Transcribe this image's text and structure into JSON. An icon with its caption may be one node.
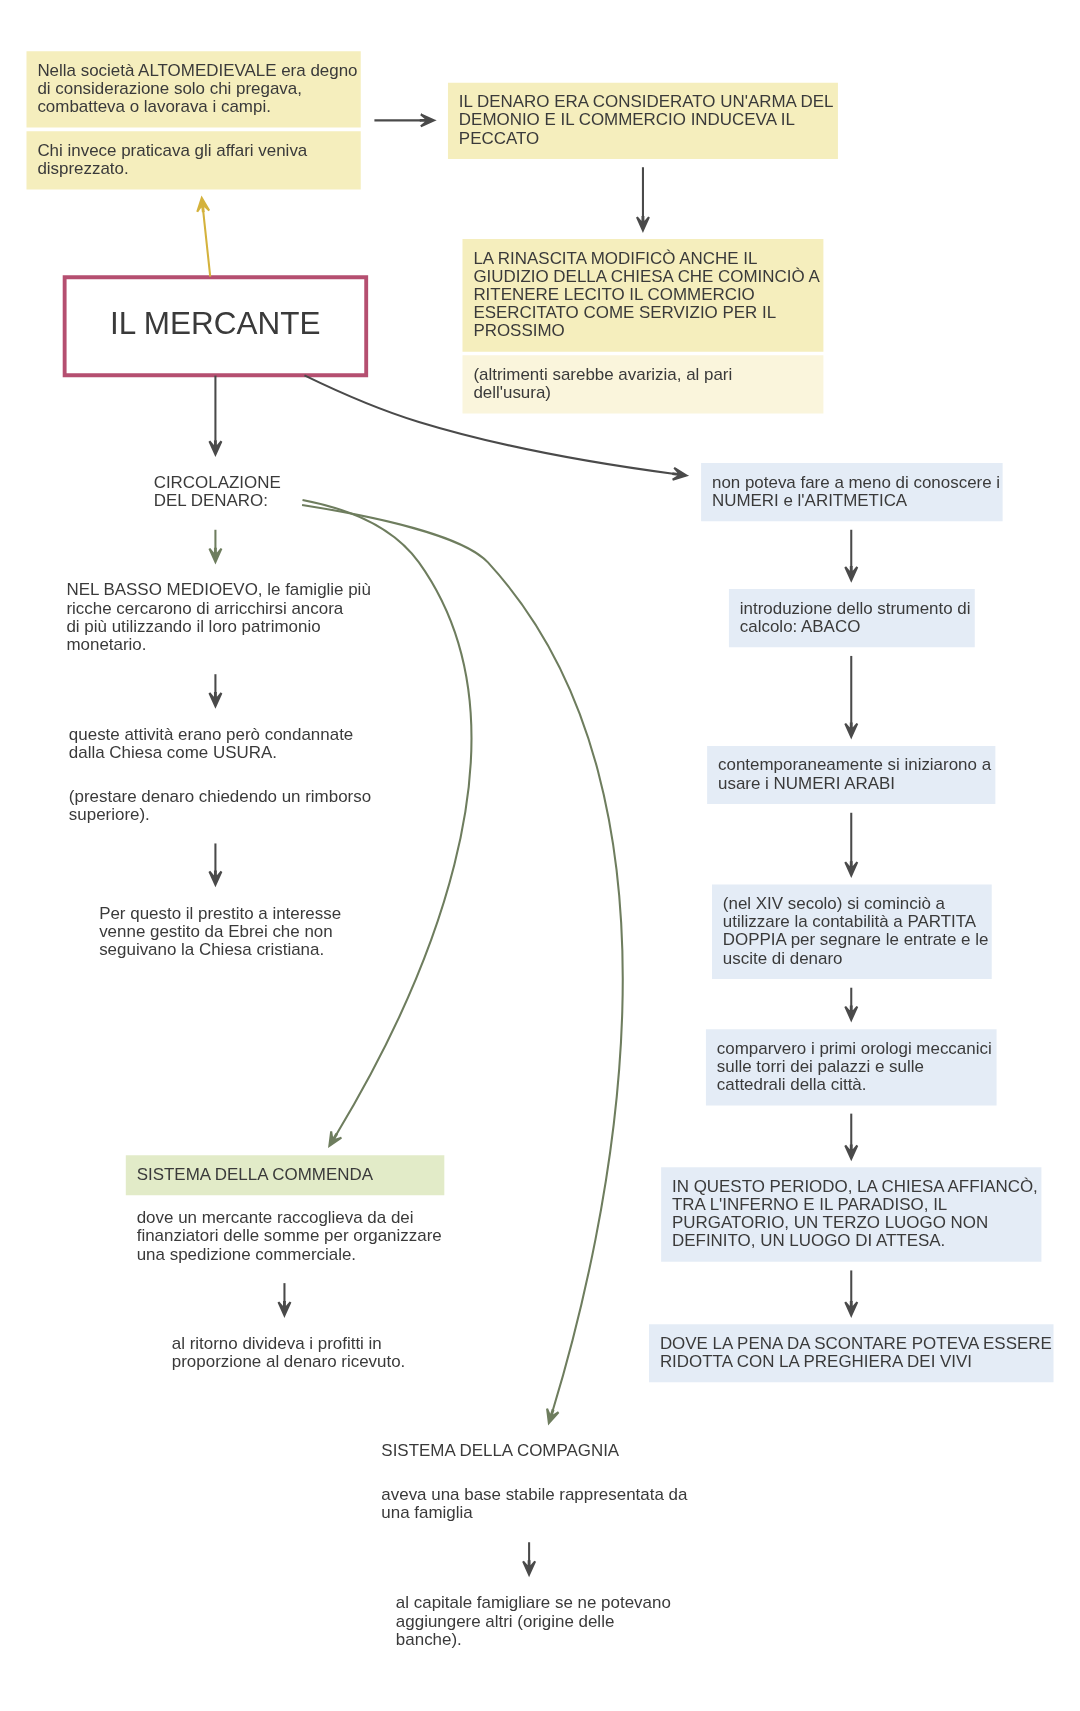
{
  "diagram": {
    "nodes": [
      {
        "text": [
          "Nella società ALTOMEDIEVALE era degno di considerazione solo chi pregava, combatteva o lavorava i campi.",
          "Chi invece praticava gli affari veniva disprezzato."
        ]
      },
      {
        "text": [
          "IL MERCANTE"
        ]
      },
      {
        "text": [
          "IL DENARO ERA CONSIDERATO UN'ARMA DEL DEMONIO E IL COMMERCIO INDUCEVA IL PECCATO"
        ]
      },
      {
        "text": [
          "LA RINASCITA MODIFICÒ ANCHE IL GIUDIZIO DELLA CHIESA CHE COMINCIÒ A RITENERE LECITO IL COMMERCIO ESERCITATO COME SERVIZIO PER IL PROSSIMO",
          "(altrimenti sarebbe avarizia, al pari dell'usura)"
        ]
      },
      {
        "text": [
          "CIRCOLAZIONE DEL DENARO:"
        ]
      },
      {
        "text": [
          "NEL BASSO MEDIOEVO, le famiglie più ricche cercarono di arricchirsi ancora di più utilizzando il loro patrimonio monetario."
        ]
      },
      {
        "text": [
          "queste attività erano però condannate dalla Chiesa come USURA.",
          "(prestare denaro chiedendo un rimborso superiore)."
        ]
      },
      {
        "text": [
          "Per questo il prestito a interesse venne gestito da Ebrei che non seguivano la Chiesa cristiana."
        ]
      },
      {
        "text": [
          "SISTEMA DELLA COMMENDA",
          "dove un mercante raccoglieva da dei finanziatori delle somme per organizzare una spedizione commerciale."
        ]
      },
      {
        "text": [
          "al ritorno divideva i profitti in proporzione al denaro ricevuto."
        ]
      },
      {
        "text": [
          "SISTEMA DELLA COMPAGNIA",
          "aveva una base stabile rappresentata da una famiglia"
        ]
      },
      {
        "text": [
          "al capitale famigliare se ne potevano aggiungere altri (origine delle banche)."
        ]
      },
      {
        "text": [
          "non poteva fare a meno di conoscere i NUMERI e l'ARITMETICA"
        ]
      },
      {
        "text": [
          "introduzione dello strumento di calcolo: ABACO"
        ]
      },
      {
        "text": [
          "contemporaneamente si iniziarono a usare i NUMERI ARABI"
        ]
      },
      {
        "text": [
          "(nel XIV secolo) si cominciò a utilizzare la contabilità a PARTITA DOPPIA per segnare le entrate e le uscite di denaro"
        ]
      },
      {
        "text": [
          "comparvero i primi orologi meccanici sulle torri dei palazzi e sulle cattedrali della città."
        ]
      },
      {
        "text": [
          "IN QUESTO PERIODO, LA CHIESA AFFIANCÒ, TRA L'INFERNO E IL PARADISO, IL PURGATORIO, UN TERZO LUOGO NON DEFINITO, UN LUOGO DI ATTESA."
        ]
      },
      {
        "text": [
          "DOVE LA PENA DA SCONTARE POTEVA ESSERE RIDOTTA CON LA PREGHIERA DEI VIVI"
        ]
      }
    ],
    "edges": [
      {
        "from": 1,
        "to": 0,
        "arrow": "to",
        "color": "#d4b23c"
      },
      {
        "from": 0,
        "to": 2,
        "arrow": "to"
      },
      {
        "from": 2,
        "to": 3,
        "arrow": "to"
      },
      {
        "from": 1,
        "to": 4,
        "arrow": "to"
      },
      {
        "from": 1,
        "to": 12,
        "arrow": "to"
      },
      {
        "from": 4,
        "to": 5,
        "arrow": "to",
        "color": "#6e7d5e"
      },
      {
        "from": 4,
        "to": 8,
        "arrow": "to",
        "color": "#6e7d5e"
      },
      {
        "from": 4,
        "to": 10,
        "arrow": "to",
        "color": "#6e7d5e"
      },
      {
        "from": 5,
        "to": 6,
        "arrow": "to"
      },
      {
        "from": 6,
        "to": 7,
        "arrow": "to"
      },
      {
        "from": 8,
        "to": 9,
        "arrow": "to"
      },
      {
        "from": 10,
        "to": 11,
        "arrow": "to"
      },
      {
        "from": 12,
        "to": 13,
        "arrow": "to"
      },
      {
        "from": 13,
        "to": 14,
        "arrow": "to"
      },
      {
        "from": 14,
        "to": 15,
        "arrow": "to"
      },
      {
        "from": 15,
        "to": 16,
        "arrow": "to"
      },
      {
        "from": 16,
        "to": 17,
        "arrow": "to"
      },
      {
        "from": 17,
        "to": 18,
        "arrow": "to"
      }
    ]
  }
}
